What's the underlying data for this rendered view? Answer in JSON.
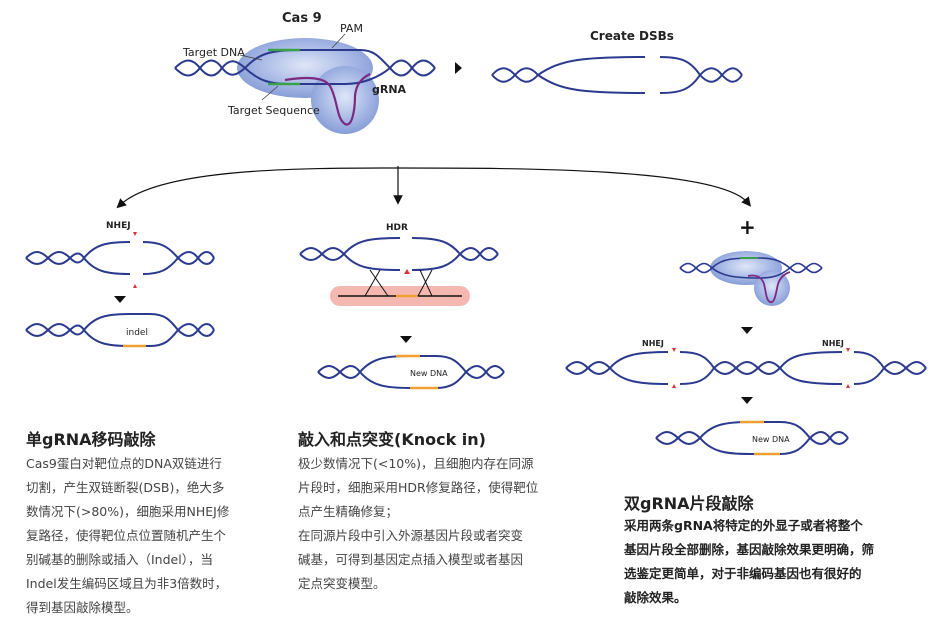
{
  "top": {
    "cas9_label": "Cas 9",
    "pam_label": "PAM",
    "target_dna_label": "Target DNA",
    "grna_label": "gRNA",
    "target_sequence_label": "Target Sequence",
    "create_dsbs_label": "Create DSBs"
  },
  "left_branch": {
    "nhej_label": "NHEJ",
    "indel_label": "indel",
    "title": "单gRNA移码敲除",
    "body_lines": [
      "Cas9蛋白对靶位点的DNA双链进行",
      "切割，产生双链断裂(DSB)，绝大多",
      "数情况下(>80%)，细胞采用NHEJ修",
      "复路径，使得靶位点位置随机产生个",
      "别碱基的删除或插入（Indel），当",
      "Indel发生编码区域且为非3倍数时，",
      "得到基因敲除模型。"
    ]
  },
  "middle_branch": {
    "hdr_label": "HDR",
    "new_dna_label": "New DNA",
    "title": "敲入和点突变(Knock in)",
    "body_lines": [
      "极少数情况下(<10%)，且细胞内存在同源",
      "片段时，细胞采用HDR修复路径，使得靶位",
      "点产生精确修复；",
      "在同源片段中引入外源基因片段或者突变",
      "碱基，可得到基因定点插入模型或者基因",
      "定点突变模型。"
    ]
  },
  "right_branch": {
    "plus_label": "+",
    "nhej_left_label": "NHEJ",
    "nhej_right_label": "NHEJ",
    "new_dna_label": "New DNA",
    "title": "双gRNA片段敲除",
    "body_lines": [
      "采用两条gRNA将特定的外显子或者将整个",
      "基因片段全部删除，基因敲除效果更明确，筛",
      "选鉴定更简单，对于非编码基因也有很好的",
      "敲除效果。"
    ]
  },
  "colors": {
    "dna": "#2b3a8f",
    "grna": "#7b2a82",
    "target_green": "#3aa14a",
    "cas9_blob": "#8fa6da",
    "insert_orange": "#f0a030",
    "cut_red": "#e0303a",
    "donor_bg": "#f5b8b0"
  }
}
